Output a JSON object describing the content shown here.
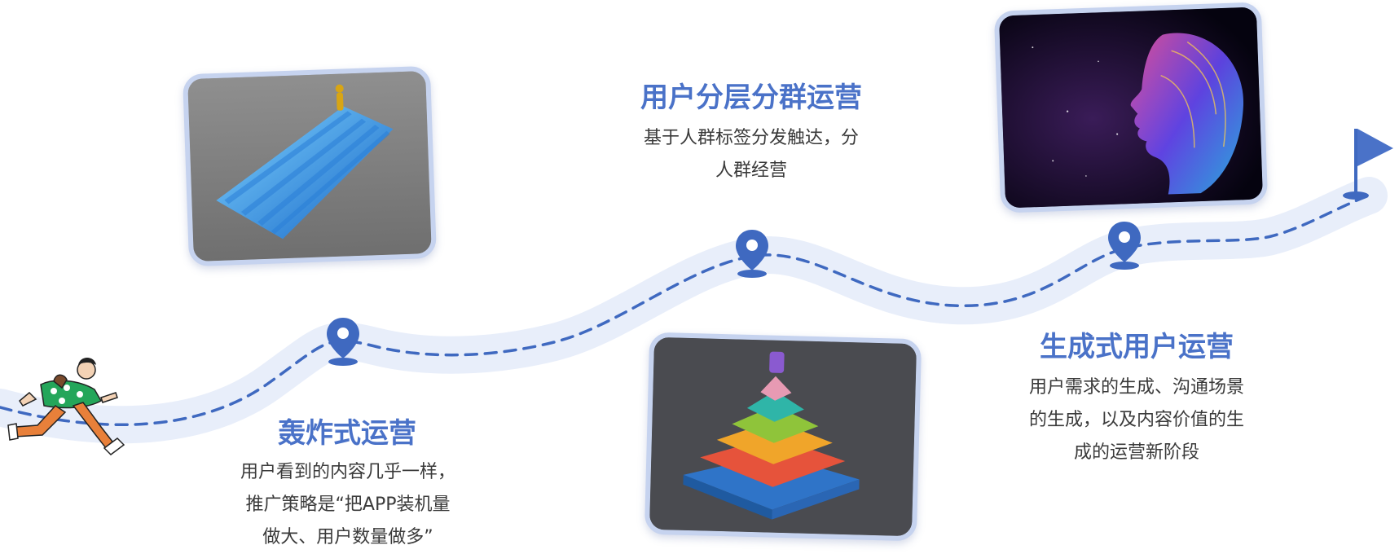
{
  "stages": [
    {
      "title": "轰炸式运营",
      "desc_lines": [
        "用户看到的内容几乎一样，",
        "推广策略是“把APP装机量",
        "做大、用户数量做多”"
      ]
    },
    {
      "title": "用户分层分群运营",
      "desc_lines": [
        "基于人群标签分发触达，分",
        "人群经营"
      ]
    },
    {
      "title": "生成式用户运营",
      "desc_lines": [
        "用户需求的生成、沟通场景",
        "的生成，以及内容价值的生",
        "成的运营新阶段"
      ]
    }
  ],
  "colors": {
    "accent": "#4a72c8",
    "road": "#e8eefa",
    "dash": "#3f69c0",
    "frame": "#c6d3ef",
    "text": "#3a3a3a"
  },
  "icons": [
    "map-pin-icon",
    "finish-flag-icon",
    "runner-illustration"
  ]
}
